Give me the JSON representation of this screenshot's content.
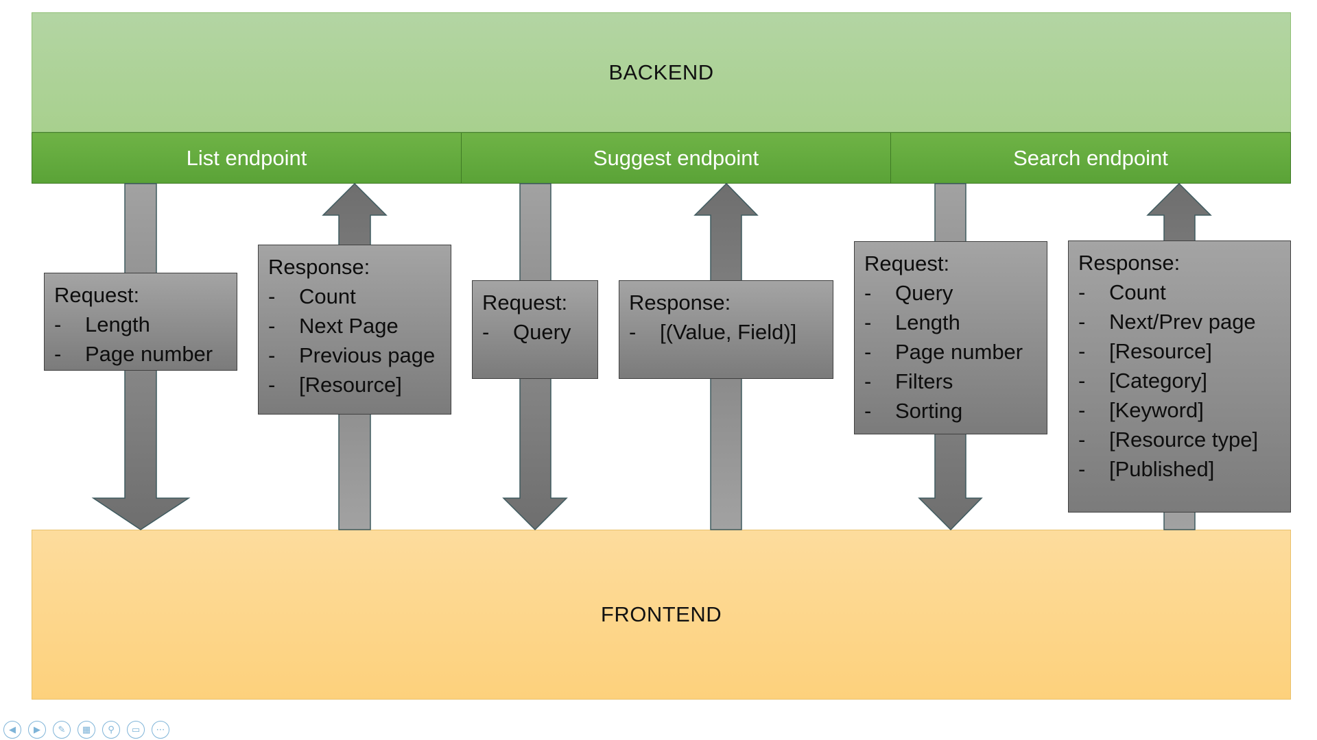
{
  "backend": {
    "label": "BACKEND"
  },
  "frontend": {
    "label": "FRONTEND"
  },
  "endpoints": [
    {
      "label": "List endpoint"
    },
    {
      "label": "Suggest endpoint"
    },
    {
      "label": "Search endpoint"
    }
  ],
  "boxes": {
    "list_request": {
      "title": "Request:",
      "items": [
        "Length",
        "Page number"
      ]
    },
    "list_response": {
      "title": "Response:",
      "items": [
        "Count",
        "Next Page",
        "Previous page",
        "[Resource]"
      ]
    },
    "suggest_request": {
      "title": "Request:",
      "items": [
        "Query"
      ]
    },
    "suggest_response": {
      "title": "Response:",
      "items": [
        "[(Value, Field)]"
      ]
    },
    "search_request": {
      "title": "Request:",
      "items": [
        "Query",
        "Length",
        "Page number",
        "Filters",
        "Sorting"
      ]
    },
    "search_response": {
      "title": "Response:",
      "items": [
        "Count",
        "Next/Prev page",
        "[Resource]",
        "[Category]",
        "[Keyword]",
        "[Resource type]",
        "[Published]"
      ]
    }
  },
  "bullet": "-",
  "toolbar": {
    "buttons": [
      {
        "icon": "previous-slide-icon",
        "glyph": "◀"
      },
      {
        "icon": "next-slide-icon",
        "glyph": "▶"
      },
      {
        "icon": "pen-icon",
        "glyph": "✎"
      },
      {
        "icon": "slides-overview-icon",
        "glyph": "▦"
      },
      {
        "icon": "zoom-icon",
        "glyph": "⚲"
      },
      {
        "icon": "screen-icon",
        "glyph": "▭"
      },
      {
        "icon": "more-options-icon",
        "glyph": "⋯"
      }
    ]
  },
  "colors": {
    "backend": "#a8d08e",
    "endpoint": "#5aa337",
    "frontend": "#fdd17c",
    "arrow": "#888888",
    "box": "#909090"
  }
}
